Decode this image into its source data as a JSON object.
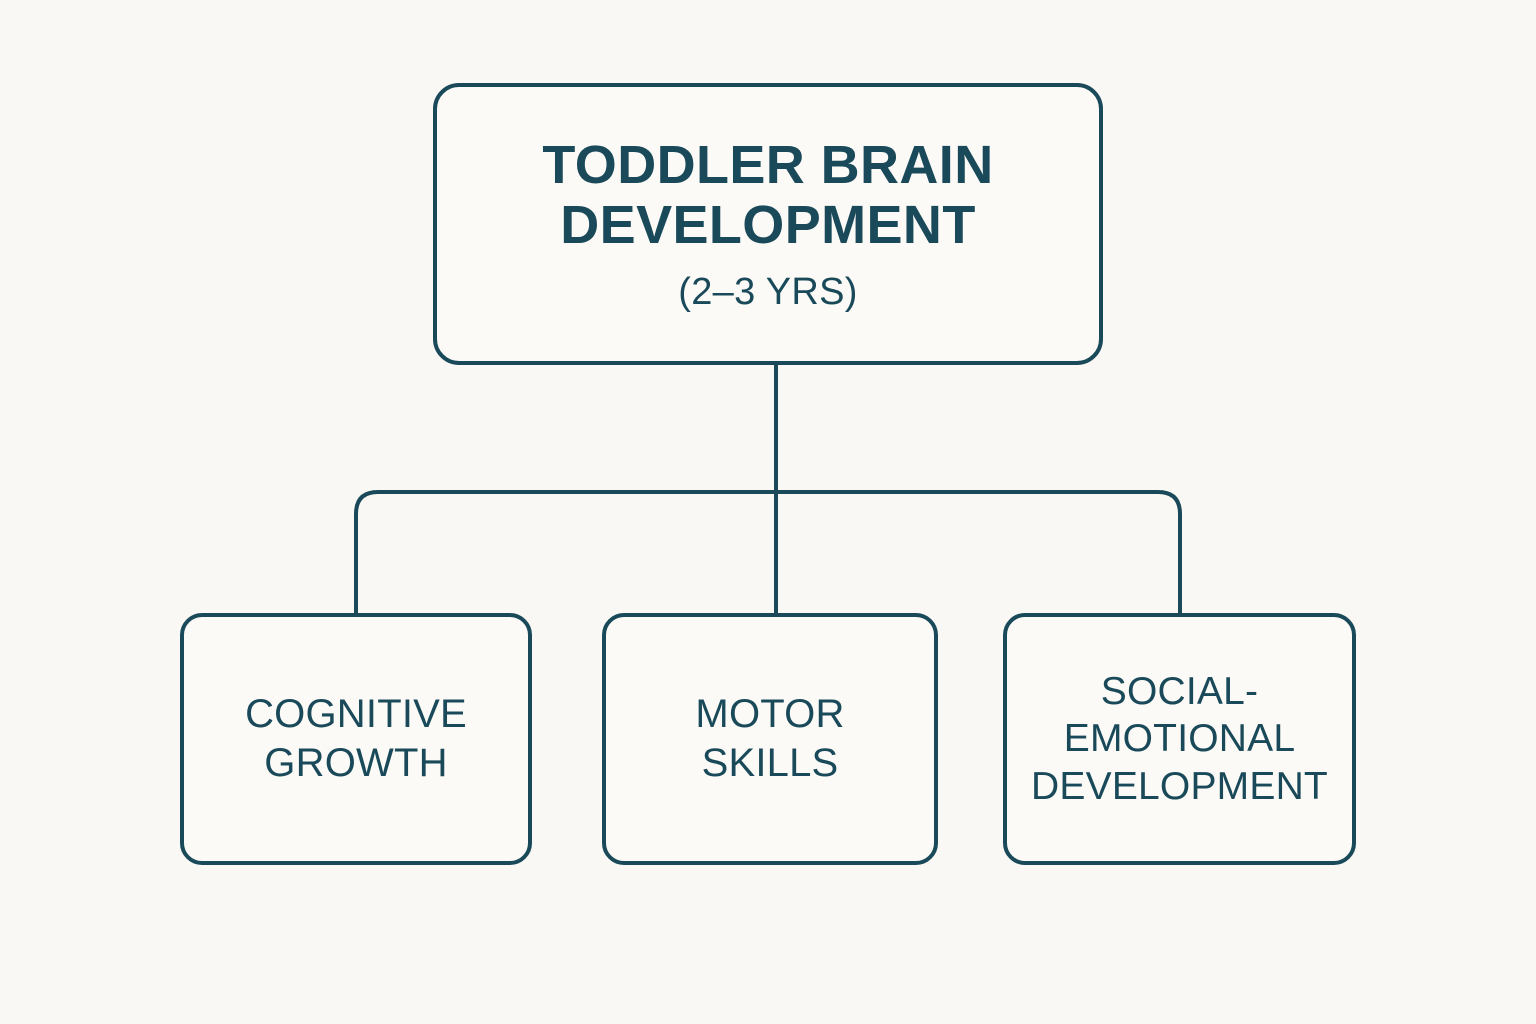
{
  "diagram": {
    "type": "hierarchy-tree",
    "background_color": "#faf8f4",
    "stroke_color": "#1a4a5a",
    "text_color": "#1a4a5a",
    "root": {
      "title": "TODDLER BRAIN\nDEVELOPMENT",
      "subtitle": "(2–3 YRS)"
    },
    "children": [
      {
        "label": "COGNITIVE\nGROWTH"
      },
      {
        "label": "MOTOR\nSKILLS"
      },
      {
        "label": "SOCIAL-\nEMOTIONAL\nDEVELOPMENT"
      }
    ]
  }
}
